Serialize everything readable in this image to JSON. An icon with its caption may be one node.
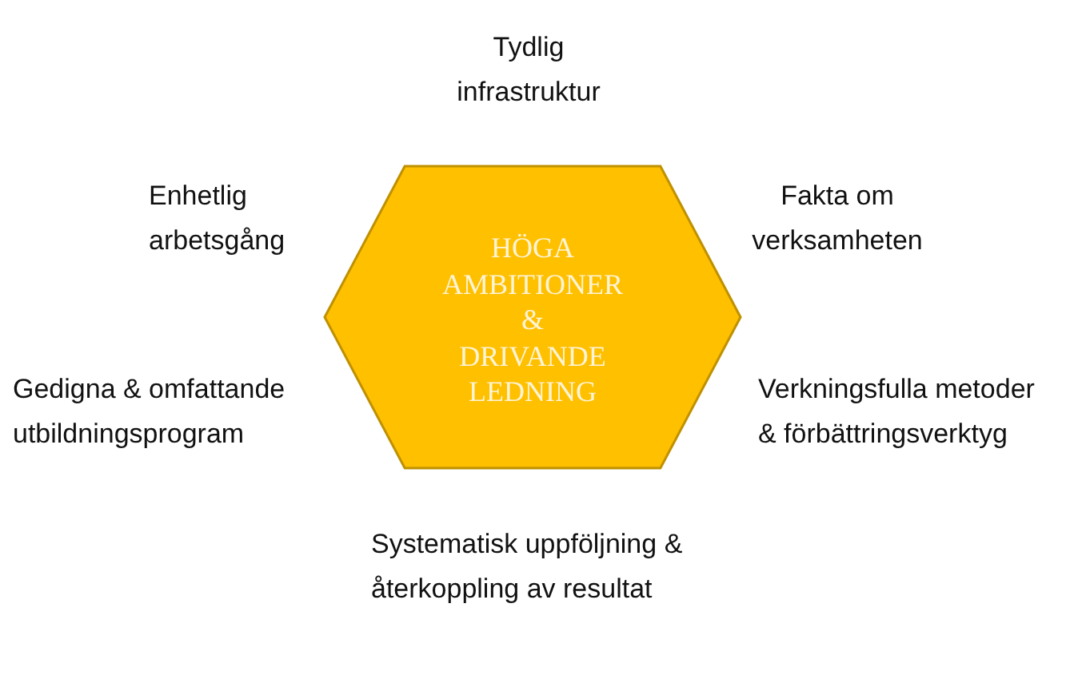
{
  "diagram": {
    "nodes": [
      {
        "text": [
          "HÖGA AMBITIONER & DRIVANDE LEDNING"
        ]
      }
    ],
    "labels": [
      "Tydlig infrastruktur",
      "Enhetlig arbetsgång",
      "Fakta om verksamheten",
      "Gedigna & omfattande utbildningsprogram",
      "Verkningsfulla metoder & förbättringsverktyg",
      "Systematisk uppföljning & återkoppling av resultat"
    ]
  }
}
